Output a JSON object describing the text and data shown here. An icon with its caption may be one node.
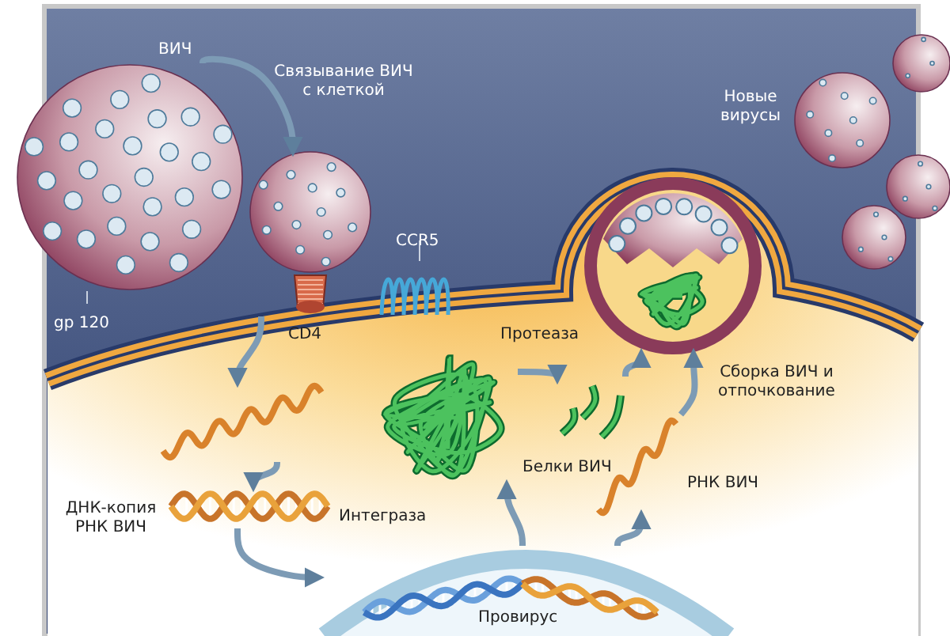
{
  "diagram": {
    "nodes": [
      {
        "text": [],
        "shape": "picture",
        "beside": [
          "ВИЧ"
        ]
      },
      {
        "text": [],
        "shape": "picture"
      },
      {
        "text": [],
        "shape": "picture"
      },
      {
        "text": [],
        "shape": "picture",
        "beside": [
          "ДНК-копия РНК ВИЧ"
        ]
      },
      {
        "text": [
          "Провирус"
        ]
      },
      {
        "text": [],
        "shape": "picture"
      },
      {
        "text": [],
        "shape": "picture"
      },
      {
        "text": [],
        "shape": "picture",
        "beside": [
          "Сборка ВИЧ и отпочкование"
        ]
      },
      {
        "text": [],
        "shape": "picture",
        "beside": [
          "РНК ВИЧ"
        ]
      },
      {
        "text": [],
        "shape": "picture",
        "beside": [
          "Новые вирусы"
        ]
      },
      {
        "text": [
          "gp 120"
        ]
      },
      {
        "text": [
          "CCR5"
        ]
      },
      {
        "text": [],
        "shape": "picture"
      }
    ],
    "edges": [
      {
        "from": 0,
        "to": 1,
        "arrow": "to"
      },
      {
        "from": 1,
        "to": 2,
        "arrow": "to"
      },
      {
        "from": 2,
        "to": 3,
        "arrow": "to"
      },
      {
        "from": 3,
        "to": 4,
        "arrow": "to"
      },
      {
        "from": 4,
        "to": 5,
        "arrow": "to"
      },
      {
        "from": 4,
        "to": 8,
        "arrow": "to"
      },
      {
        "from": 5,
        "to": 6,
        "arrow": "to"
      },
      {
        "from": 6,
        "to": 7,
        "arrow": "to"
      },
      {
        "from": 8,
        "to": 7,
        "arrow": "to"
      },
      {
        "from": 10,
        "to": 0,
        "arrow": "none",
        "color": "#e8eef5"
      },
      {
        "from": 11,
        "to": 12,
        "arrow": "none",
        "color": "#e8eef5"
      }
    ],
    "labels": [
      "Связывание ВИЧ с клеткой",
      "CD4",
      "Протеаза",
      "Белки ВИЧ",
      "Интеграза"
    ]
  }
}
